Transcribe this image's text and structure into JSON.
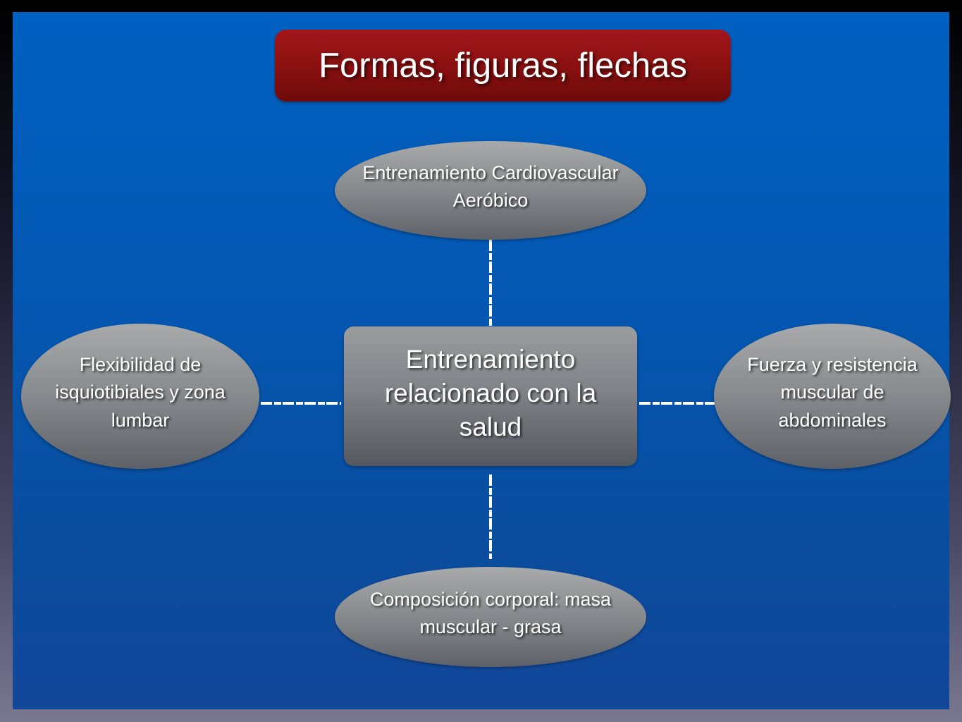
{
  "title": "Formas, figuras, flechas",
  "center": {
    "lines": [
      "Entrenamiento",
      "relacionado con la",
      "salud"
    ]
  },
  "nodes": {
    "top": {
      "lines": [
        "Entrenamiento Cardiovascular",
        "Aeróbico"
      ]
    },
    "left": {
      "lines": [
        "Flexibilidad de",
        "isquiotibiales y zona",
        "lumbar"
      ]
    },
    "right": {
      "lines": [
        "Fuerza y resistencia",
        "muscular de",
        "abdominales"
      ]
    },
    "bottom": {
      "lines": [
        "Composición corporal: masa",
        "muscular - grasa"
      ]
    }
  },
  "colors": {
    "slide_background": "#0058b8",
    "title_fill": "#8a1010",
    "node_fill": "#8a8d90",
    "connector": "#ffffff",
    "text": "#ffffff"
  }
}
